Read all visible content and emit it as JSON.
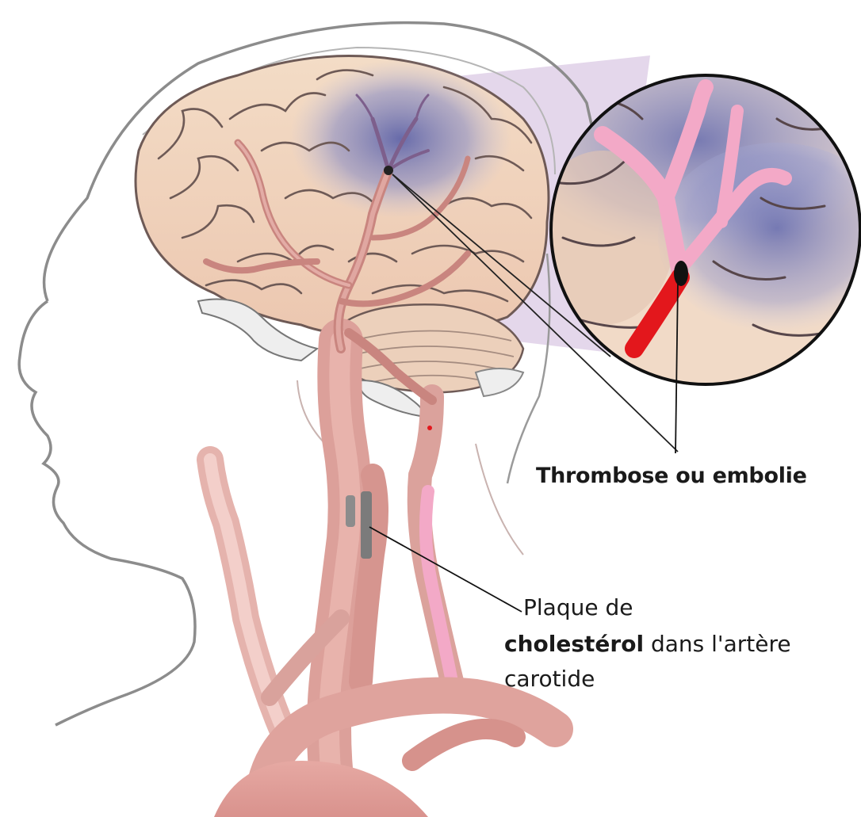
{
  "labels": {
    "thrombose": "Thrombose ou embolie",
    "plaque_line1": "Plaque de",
    "plaque_line2_bold": "cholestérol",
    "plaque_line2_rest": " dans l'artère",
    "plaque_line3": "carotide"
  },
  "colors": {
    "artery": "#e2a49f",
    "artery_dark": "#c98580",
    "artery_pink": "#f3a9c7",
    "brain": "#f1d6c0",
    "brain_outline": "#6e5a56",
    "ischemia": "#6f77b8",
    "plaque": "#7b7b7b",
    "clot": "#e3171c",
    "pointer": "#111111"
  }
}
